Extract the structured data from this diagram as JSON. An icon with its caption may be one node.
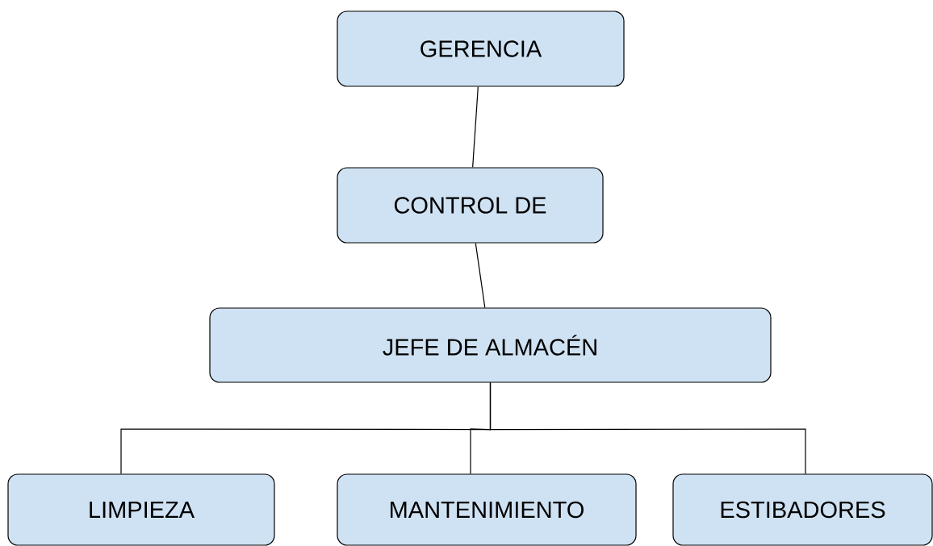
{
  "diagram": {
    "nodes": [
      {
        "text": [
          "GERENCIA"
        ]
      },
      {
        "text": [
          "CONTROL DE"
        ]
      },
      {
        "text": [
          "JEFE DE ALMACÉN"
        ]
      },
      {
        "text": [
          "LIMPIEZA"
        ]
      },
      {
        "text": [
          "MANTENIMIENTO"
        ]
      },
      {
        "text": [
          "ESTIBADORES"
        ]
      }
    ],
    "edges": [
      {
        "from": 0,
        "to": 1,
        "arrow": "none"
      },
      {
        "from": 1,
        "to": 2,
        "arrow": "none"
      },
      {
        "from": 2,
        "to": 3,
        "arrow": "none"
      },
      {
        "from": 2,
        "to": 4,
        "arrow": "none"
      },
      {
        "from": 2,
        "to": 5,
        "arrow": "none"
      }
    ]
  }
}
